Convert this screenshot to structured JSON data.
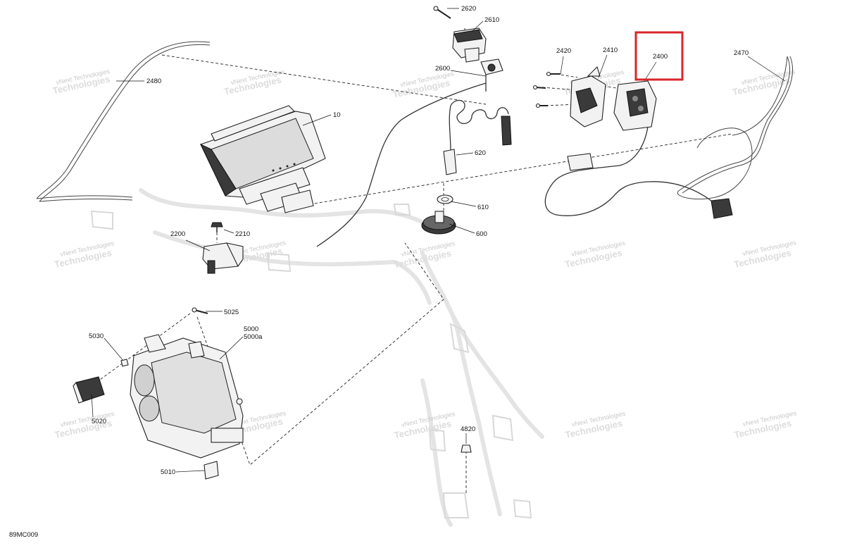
{
  "diagram": {
    "code": "89MC009",
    "highlight_color": "#d9262b",
    "highlighted_part": "2400",
    "watermark_line1": "vNext",
    "watermark_line2": "Technologies",
    "watermark_text": "vNext Technologies",
    "parts": {
      "p2620": "2620",
      "p2610": "2610",
      "p2600": "2600",
      "p620": "620",
      "p610": "610",
      "p600": "600",
      "p10": "10",
      "p2480": "2480",
      "p2420": "2420",
      "p2410": "2410",
      "p2400": "2400",
      "p2470": "2470",
      "p2200": "2200",
      "p2210": "2210",
      "p5025": "5025",
      "p5030": "5030",
      "p5000": "5000",
      "p5000a": "5000a",
      "p5020": "5020",
      "p5010": "5010",
      "p4820": "4820"
    }
  }
}
